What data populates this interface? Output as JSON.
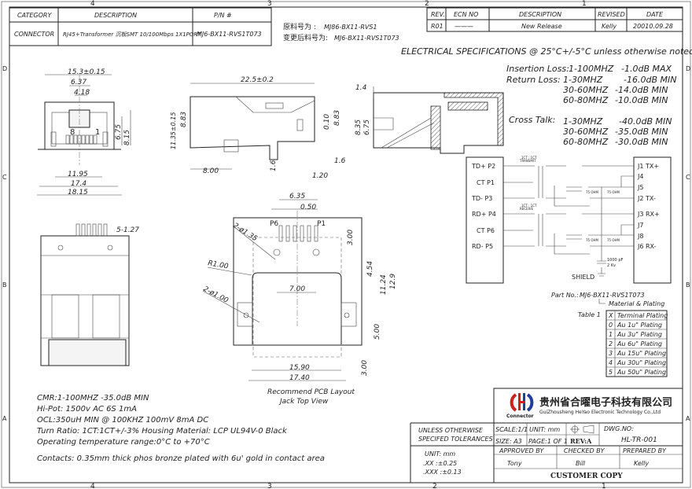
{
  "frame": {
    "columns": [
      "4",
      "3",
      "2",
      "1"
    ],
    "rows": [
      "D",
      "C",
      "B",
      "A"
    ]
  },
  "header_table": {
    "headers": {
      "category": "CATEGORY",
      "description": "DESCRIPTION",
      "pn": "P/N #"
    },
    "row": {
      "category": "CONNECTOR",
      "description": "RJ45+Transformer 沉板SMT  10/100Mbps  1X1PORT",
      "pn": "MJ6-BX11-RVS1T073"
    }
  },
  "part_change": {
    "original_label": "原料号为 :",
    "original": "MJ86-BX11-RVS1",
    "changed_label": "变更后料号为:",
    "changed": "MJ6-BX11-RVS1T073"
  },
  "revision_table": {
    "headers": {
      "rev": "REV.",
      "ecn": "ECN NO",
      "description": "DESCRIPTION",
      "revised": "REVISED",
      "date": "DATE"
    },
    "row": {
      "rev": "R01",
      "ecn": "———",
      "description": "New Release",
      "revised": "Kelly",
      "date": "20010.09.28"
    }
  },
  "electrical_specs": {
    "title": "ELECTRICAL SPECIFICATIONS @ 25°C+/-5°C unless otherwise noted:",
    "insertion_loss": {
      "label": "Insertion Loss:",
      "range": "1-100MHZ",
      "value": "-1.0dB MAX"
    },
    "return_loss": {
      "label": "Return Loss:",
      "rows": [
        {
          "range": "1-30MHZ",
          "value": "-16.0dB MIN"
        },
        {
          "range": "30-60MHZ",
          "value": "-14.0dB MIN"
        },
        {
          "range": "60-80MHZ",
          "value": "-10.0dB MIN"
        }
      ]
    },
    "cross_talk": {
      "label": "Cross Talk:",
      "rows": [
        {
          "range": "1-30MHZ",
          "value": "-40.0dB MIN"
        },
        {
          "range": "30-60MHZ",
          "value": "-35.0dB MIN"
        },
        {
          "range": "60-80MHZ",
          "value": "-30.0dB MIN"
        }
      ]
    }
  },
  "schematic": {
    "left_pins": [
      "TD+ P2",
      "CT P1",
      "TD- P3",
      "RD+ P4",
      "CT P6",
      "RD- P5"
    ],
    "right_pins": [
      "J1 TX+",
      "J4",
      "J5",
      "J2 TX-",
      "J3 RX+",
      "J7",
      "J8",
      "J6 RX-"
    ],
    "xfmr_tx": "1CT : 1CT",
    "xfmr_tx_sub": "TRANSMIT",
    "xfmr_rx": "1CT : 1CT",
    "xfmr_rx_sub": "RECEIVE",
    "resistor": "75 OHM",
    "cap": "1000 pF",
    "cap_sub": "2 Kv",
    "shield": "SHIELD"
  },
  "part_no": {
    "label": "Part No.:",
    "value": "MJ6-BX11-RVS1T073",
    "note": "Material & Plating"
  },
  "plating_table": {
    "caption": "Table 1",
    "headers": [
      "X",
      "Terminal Plating"
    ],
    "rows": [
      [
        "0",
        "Au 1u\" Plating"
      ],
      [
        "1",
        "Au 3u\" Plating"
      ],
      [
        "2",
        "Au 6u\" Plating"
      ],
      [
        "3",
        "Au 15u\" Plating"
      ],
      [
        "4",
        "Au 30u\" Plating"
      ],
      [
        "5",
        "Au 50u\" Plating"
      ]
    ]
  },
  "dimensions": {
    "front": {
      "w153": "15.3±0.15",
      "w637": "6.37",
      "w418": "4.18",
      "h675": "6.75",
      "h815": "8.15",
      "w1195": "11.95",
      "w174": "17.4",
      "w1815": "18.15",
      "pin8": "8",
      "pin1": "1"
    },
    "side": {
      "w225": "22.5±0.2",
      "h1135": "11.35±0.15",
      "h883a": "8.83",
      "h010": "0.10",
      "h883b": "8.83",
      "w800": "8.00",
      "h16a": "1.6",
      "w16b": "1.6",
      "w120": "1.20"
    },
    "section": {
      "w14": "1.4",
      "h835": "8.35",
      "h675": "6.75"
    },
    "bottom": {
      "pitch": "5-1.27"
    },
    "pcb": {
      "w635": "6.35",
      "w050": "0.50",
      "p6": "P6",
      "p1": "P1",
      "d135": "2-ø1.35",
      "r100": "R1.00",
      "d100": "2-ø1.00",
      "h300a": "3.00",
      "h454": "4.54",
      "h1124": "11.24",
      "h129": "12.9",
      "w700": "7.00",
      "h500": "5.00",
      "w1590": "15.90",
      "w1740": "17.40",
      "h300b": "3.00",
      "caption1": "Recommend PCB Layout",
      "caption2": "Jack Top View"
    }
  },
  "notes": [
    "CMR:1-100MHZ    -35.0dB MIN",
    "Hi-Pot:  1500v AC 6S 1mA",
    "OCL:350uH MIN @ 100KHZ 100mV 8mA DC",
    "Turn Ratio: 1CT:1CT+/-3%    Housing Material: LCP UL94V-0 Black",
    "Operating temperature range:0°C to +70°C"
  ],
  "contacts_note": "Contacts: 0.35mm thick phos bronze plated with 6u' gold in contact area",
  "title_block": {
    "logo_text": "Connector",
    "company_cn": "贵州省合曜电子科技有限公司",
    "company_en": "GuiZhousheng HeYao Electronic Technology Co.,Ltd",
    "tolerance_title_1": "UNLESS OTHERWISE",
    "tolerance_title_2": "SPECIFED TOLERANCES",
    "scale": "SCALE:1/1",
    "unit": "UNIT: mm",
    "size": "SIZE: A3",
    "page": "PAGE:1 OF 1",
    "rev": "REV:A",
    "dwg_label": "DWG.NO:",
    "dwg_no": "HL-TR-001",
    "tol_unit": "UNIT: mm",
    "tol_xx": ".XX    :±0.25",
    "tol_xxx": ".XXX  :±0.13",
    "approved_label": "APPROVED BY",
    "checked_label": "CHECKED BY",
    "prepared_label": "PREPARED BY",
    "approved": "Tony",
    "checked": "Bill",
    "prepared": "Kelly",
    "customer_copy": "CUSTOMER COPY",
    "brand_red": "#d0201a",
    "brand_blue": "#1f3f9a"
  }
}
